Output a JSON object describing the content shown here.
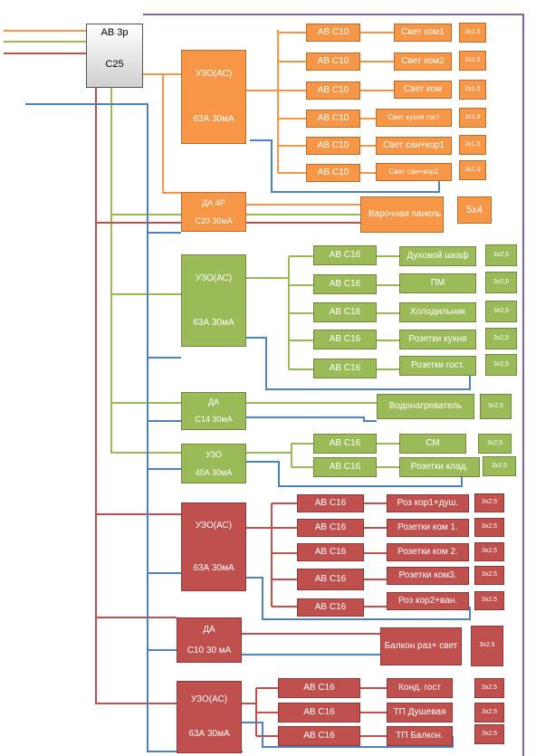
{
  "main": {
    "line1": "АВ 3р",
    "line2": "С25"
  },
  "kitchen_group": {
    "rcd": {
      "line1": "УЗО(АС)",
      "line2": "63А 30мА"
    },
    "breakers": [
      {
        "breaker": "АВ С10",
        "load": "Свет ком1",
        "cable": "3x1.5"
      },
      {
        "breaker": "АВ С10",
        "load": "Свет ком2",
        "cable": "3x1.5"
      },
      {
        "breaker": "АВ С10",
        "load": "Свет ком",
        "cable": "2x1.5"
      },
      {
        "breaker": "АВ С10",
        "load": "Свет кухня гост",
        "cable": "3x1.5"
      },
      {
        "breaker": "АВ С10",
        "load": "Свет сан+кор1",
        "cable": "3x1.5"
      },
      {
        "breaker": "АВ С10",
        "load": "Свет сан+кор2",
        "cable": "3x1.5"
      }
    ],
    "stove_breaker": {
      "line1": "ДА 4Р",
      "line2": "С20 30мА"
    },
    "stove": {
      "load": "Варочная панель",
      "cable": "5x4"
    }
  },
  "green_group": {
    "rcd": {
      "line1": "УЗО(АС)",
      "line2": "63А 30мА"
    },
    "breakers": [
      {
        "breaker": "АВ С16",
        "load": "Духовой шкаф",
        "cable": "3x2,5"
      },
      {
        "breaker": "АВ С16",
        "load": "ПМ",
        "cable": "3x2,5"
      },
      {
        "breaker": "АВ С16",
        "load": "Холодильник",
        "cable": "3x2,5"
      },
      {
        "breaker": "АВ С16",
        "load": "Розетки кухня",
        "cable": "3x2,5"
      },
      {
        "breaker": "АВ С16",
        "load": "Розетки гост.",
        "cable": "3x2,5"
      }
    ],
    "heater_breaker": {
      "line1": "ДА",
      "line2": "С14 30мА"
    },
    "heater": {
      "load": "Водонагреватель",
      "cable": "3x2.5"
    },
    "rcd2": {
      "line1": "УЗО",
      "line2": "40А 30мА"
    },
    "breakers2": [
      {
        "breaker": "АВ С16",
        "load": "СМ",
        "cable": "3x2.5"
      },
      {
        "breaker": "АВ С16",
        "load": "Розетки клад.",
        "cable": "3x2.5"
      }
    ]
  },
  "red_group": {
    "rcd": {
      "line1": "УЗО(АС)",
      "line2": "63А 30мА"
    },
    "breakers": [
      {
        "breaker": "АВ С16",
        "load": "Роз кор1+душ.",
        "cable": "3x2.5"
      },
      {
        "breaker": "АВ С16",
        "load": "Розетки ком 1.",
        "cable": "3x2.5"
      },
      {
        "breaker": "АВ С16",
        "load": "Розетки ком 2.",
        "cable": "3x2.5"
      },
      {
        "breaker": "АВ С16",
        "load": "Розетки ком3.",
        "cable": "3x2.5"
      },
      {
        "breaker": "АВ С16",
        "load": "Роз кор2+ван.",
        "cable": "3x2.5"
      }
    ],
    "balcony_breaker": {
      "line1": "ДА",
      "line2": "С10 30 мА"
    },
    "balcony": {
      "load": "Балкон раз+ свет",
      "cable": "3x2.5"
    },
    "rcd2": {
      "line1": "УЗО(АС)",
      "line2": "63А 30мА"
    },
    "breakers2": [
      {
        "breaker": "АВ С16",
        "load": "Конд. гост",
        "cable": "3x2.5"
      },
      {
        "breaker": "АВ С16",
        "load": "ТП Душевая",
        "cable": "3x2.5"
      },
      {
        "breaker": "АВ С16",
        "load": "ТП Балкон.",
        "cable": "3x2.5"
      }
    ]
  },
  "colors": {
    "phase": "#c0504d",
    "neutral": "#4f81bd",
    "earth": "#9bbb59",
    "feed": "#f79646",
    "bus": "#8064a2"
  }
}
